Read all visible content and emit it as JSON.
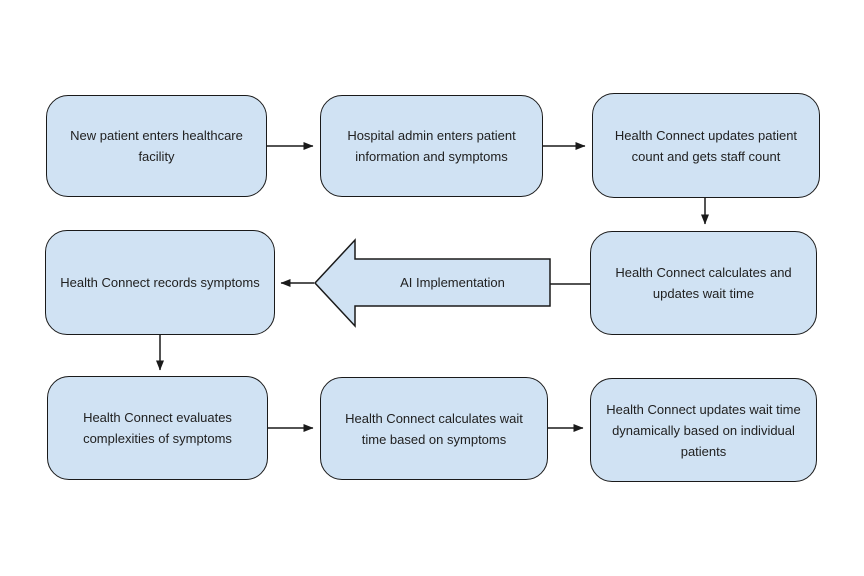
{
  "diagram": {
    "type": "flowchart",
    "colors": {
      "background": "#ffffff",
      "node_fill": "#d0e2f3",
      "node_border": "#1a1a1a",
      "connector": "#1a1a1a",
      "text": "#212121"
    },
    "nodes": [
      {
        "id": "new-patient-enters",
        "label": "New patient enters healthcare facility"
      },
      {
        "id": "hospital-admin-enters",
        "label": "Hospital admin enters patient information and symptoms"
      },
      {
        "id": "updates-patient-count",
        "label": "Health Connect updates patient count and gets staff count"
      },
      {
        "id": "calculates-updates-wait-time",
        "label": "Health Connect calculates and updates wait time"
      },
      {
        "id": "records-symptoms",
        "label": "Health Connect records symptoms"
      },
      {
        "id": "evaluates-complexities",
        "label": "Health Connect evaluates complexities of symptoms"
      },
      {
        "id": "calculates-wait-time-symptoms",
        "label": "Health Connect calculates wait time based on symptoms"
      },
      {
        "id": "updates-wait-time-dynamically",
        "label": "Health Connect updates wait time dynamically based on individual patients"
      }
    ],
    "block_arrow": {
      "label": "AI Implementation",
      "direction": "left"
    }
  }
}
